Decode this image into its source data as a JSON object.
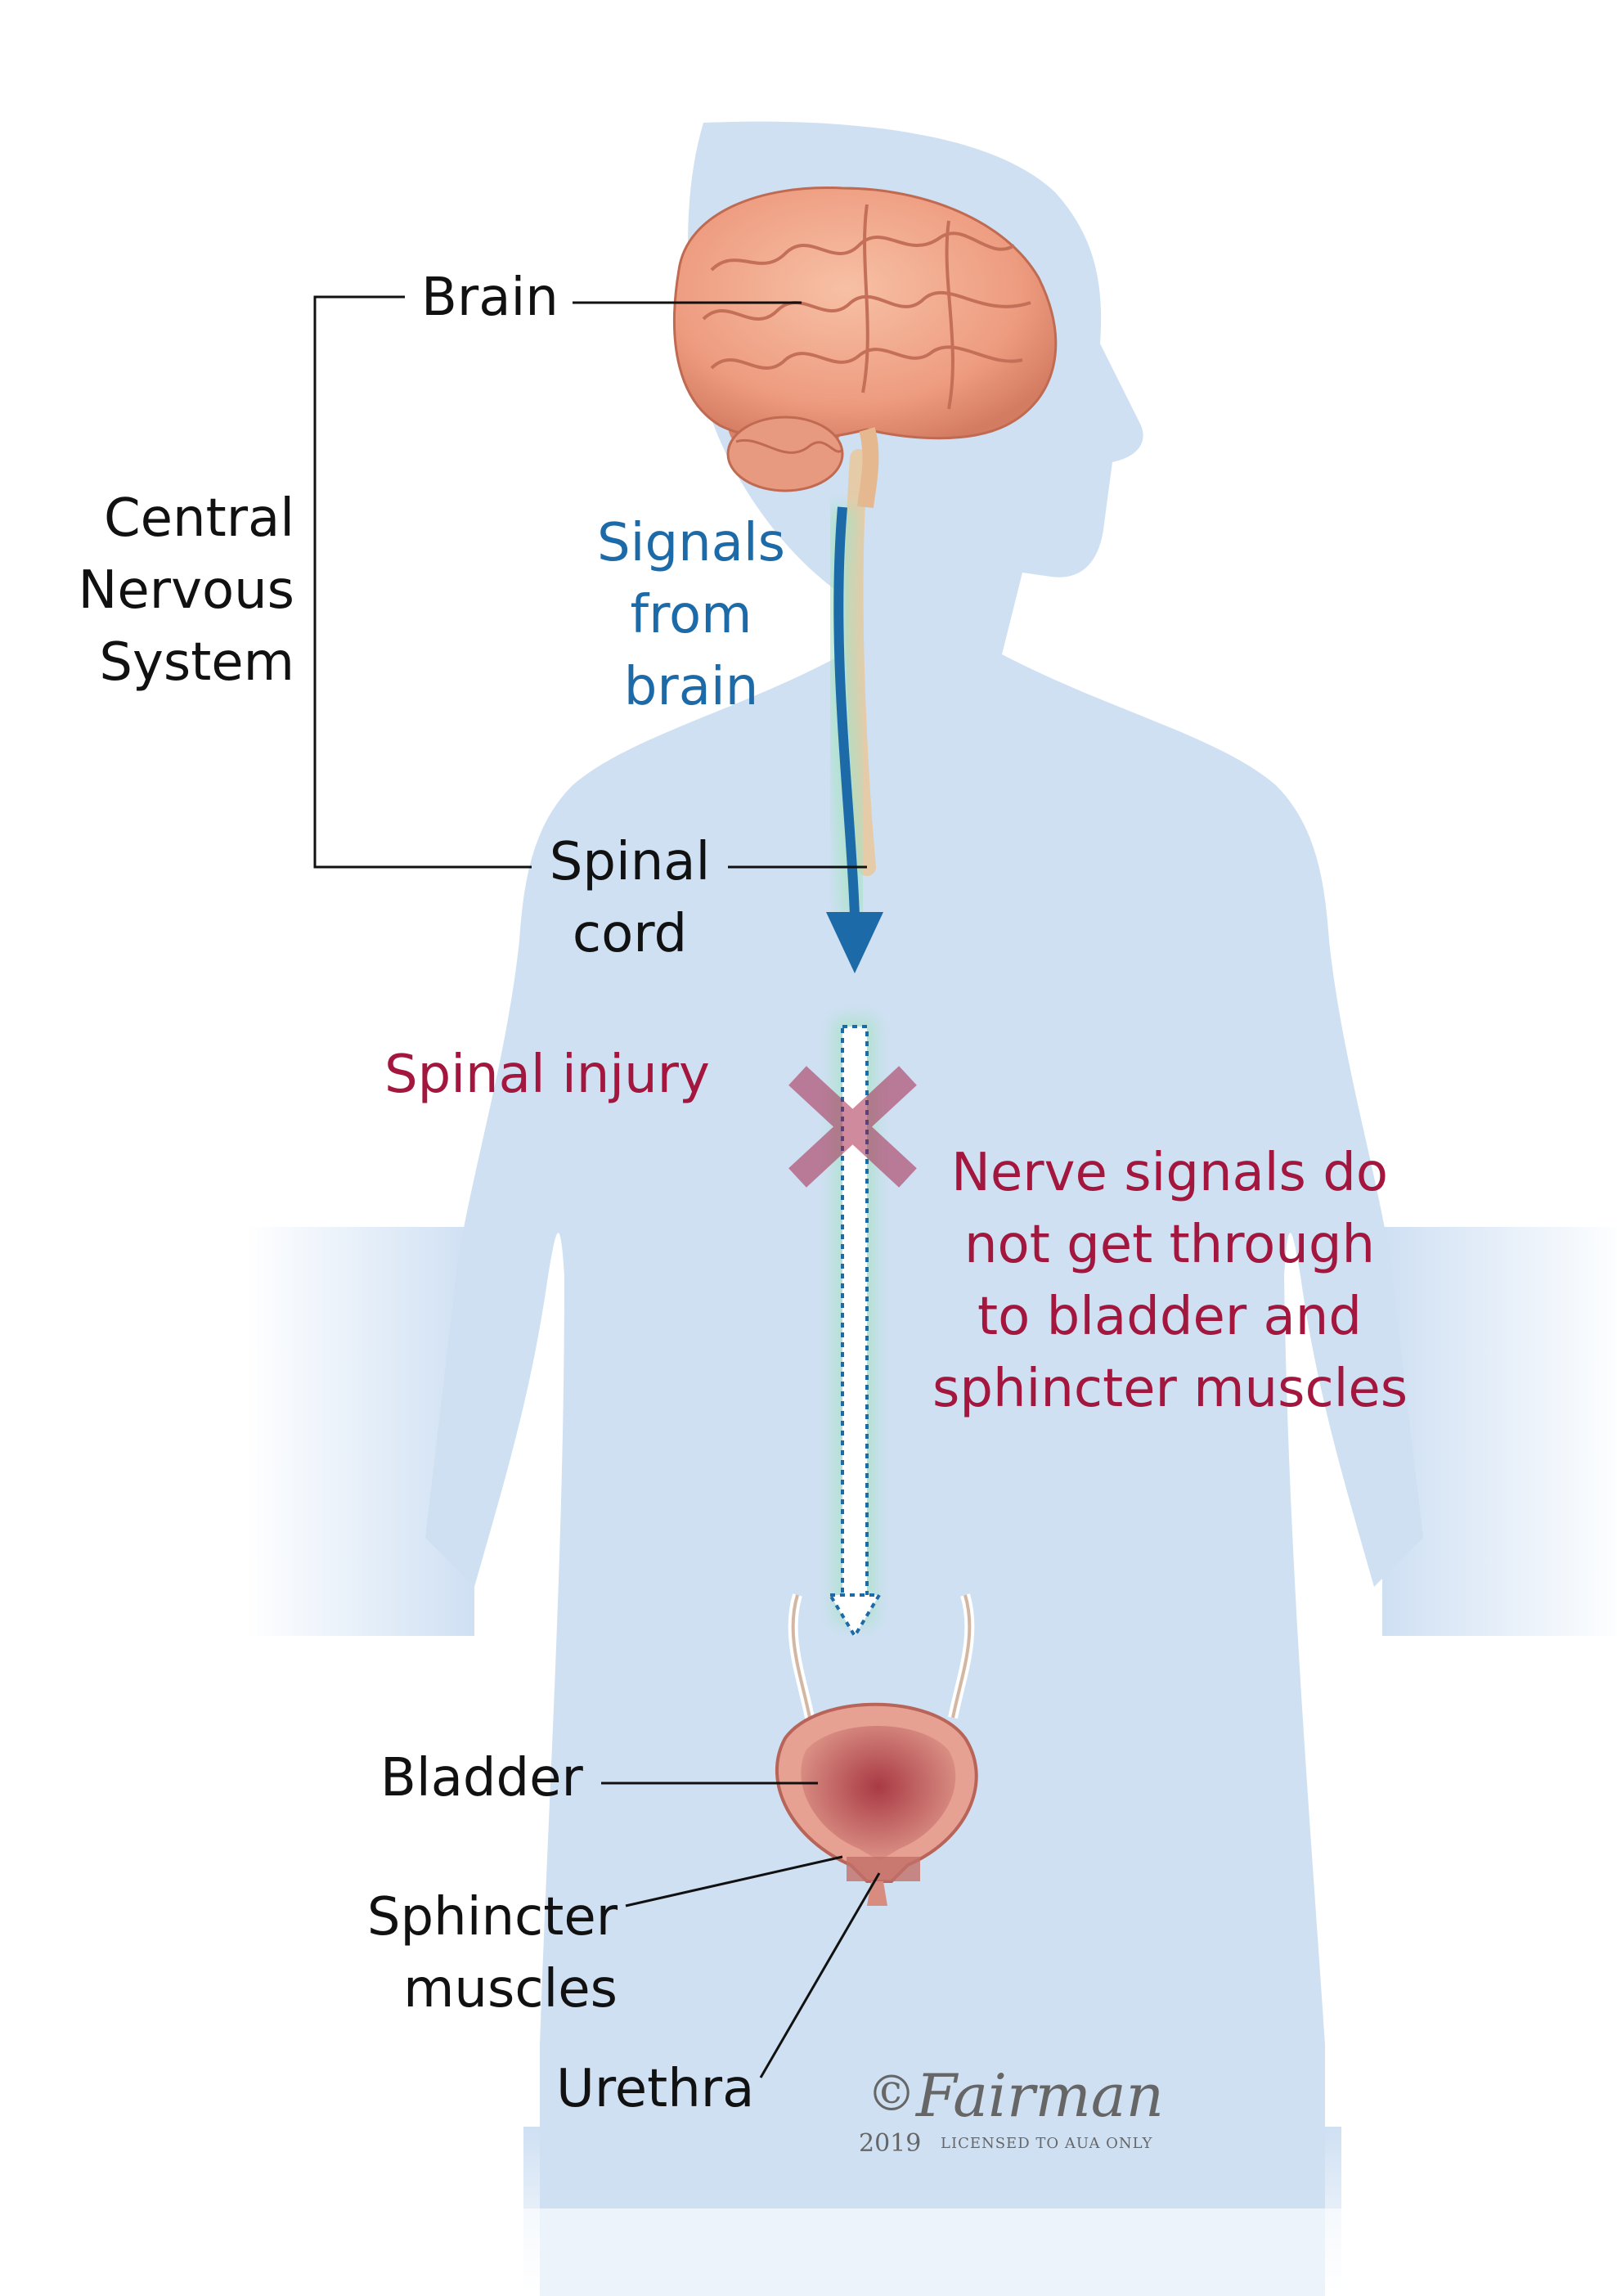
{
  "labels": {
    "brain": "Brain",
    "cns": [
      "Central",
      "Nervous",
      "System"
    ],
    "signals": [
      "Signals",
      "from",
      "brain"
    ],
    "spinal_cord": [
      "Spinal",
      "cord"
    ],
    "spinal_injury": "Spinal injury",
    "nerve_note": [
      "Nerve signals do",
      "not get through",
      "to bladder and",
      "sphincter muscles"
    ],
    "bladder": "Bladder",
    "sphincter": [
      "Sphincter",
      "muscles"
    ],
    "urethra": "Urethra"
  },
  "signature": {
    "name": "Fairman",
    "copyright_symbol": "©",
    "year": "2019",
    "license": "LICENSED TO AUA ONLY"
  },
  "colors": {
    "body": "#cfe0f3",
    "signal_arrow": "#1d6aa8",
    "injury": "#a3173e",
    "brain": "#f2a88b",
    "bladder": "#c8706a"
  }
}
